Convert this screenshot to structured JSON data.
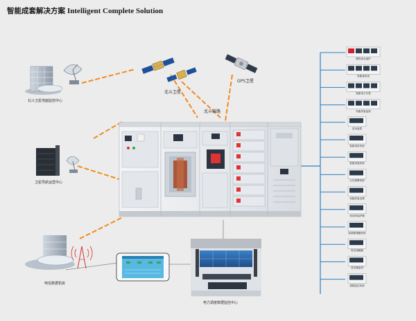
{
  "title": {
    "zh": "智能成套解决方案",
    "en": "Intelligent Complete Solution"
  },
  "labels": {
    "beidou_monitor": "北斗卫星地面监控中心",
    "beidou_sat": "北斗卫星",
    "gps_sat": "GPS卫星",
    "beidou_link": "北斗链路",
    "sat_nav": "卫星导航运营中心",
    "telecom_room": "电信数据机房",
    "power_center": "电力调度数据监控中心"
  },
  "right_devices": [
    "微机综合保护",
    "电能量系统",
    "智能电力仪表",
    "电能质量监测",
    "多功能表",
    "智能测控系统",
    "智能测温系统",
    "火灾报警系统",
    "电能质量治理",
    "电动机保护器",
    "智能断路器系统",
    "真空接触器",
    "变压器监测",
    "视频监控系统"
  ],
  "colors": {
    "signal": "#f08a1c",
    "bus": "#2b7fc1",
    "panel": "#e9ecef",
    "panel_frame": "#b8bec6"
  }
}
